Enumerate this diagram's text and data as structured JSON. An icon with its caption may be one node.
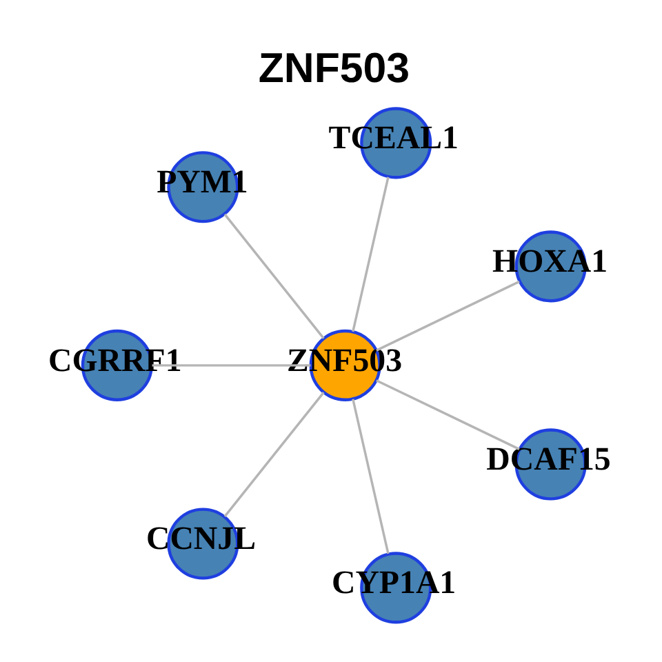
{
  "diagram": {
    "title": "ZNF503",
    "nodes": [
      {
        "text": [
          "HOXA1"
        ]
      },
      {
        "text": [
          "TCEAL1"
        ]
      },
      {
        "text": [
          "PYM1"
        ]
      },
      {
        "text": [
          "ZNF503"
        ]
      },
      {
        "text": [
          "CGRRF1"
        ]
      },
      {
        "text": [
          "CCNJL"
        ]
      },
      {
        "text": [
          "CYP1A1"
        ]
      },
      {
        "text": [
          "DCAF15"
        ]
      }
    ],
    "edges": [
      {
        "from": 3,
        "to": 0,
        "arrow": "none"
      },
      {
        "from": 3,
        "to": 1,
        "arrow": "none"
      },
      {
        "from": 3,
        "to": 4,
        "arrow": "none"
      },
      {
        "from": 3,
        "to": 6,
        "arrow": "none"
      },
      {
        "from": 3,
        "to": 7,
        "arrow": "none"
      },
      {
        "from": 3,
        "to": 5,
        "arrow": "none"
      },
      {
        "from": 3,
        "to": 2,
        "arrow": "none"
      }
    ]
  }
}
